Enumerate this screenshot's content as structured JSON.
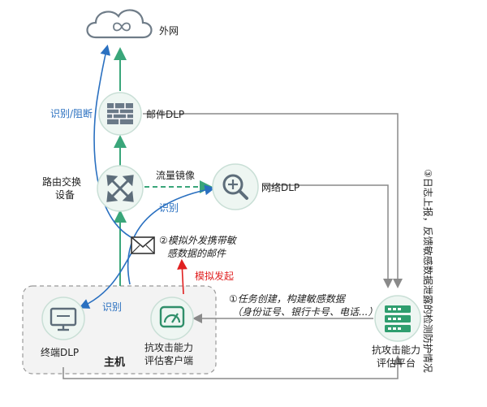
{
  "nodes": {
    "internet": "外网",
    "mail_dlp": "邮件DLP",
    "router_line1": "路由交换",
    "router_line2": "设备",
    "network_dlp": "网络DLP",
    "endpoint_dlp": "终端DLP",
    "client_line1": "抗攻击能力",
    "client_line2": "评估客户端",
    "platform_line1": "抗攻击能力",
    "platform_line2": "评估平台",
    "host": "主机"
  },
  "edges": {
    "identify_block": "识别/阻断",
    "traffic_mirror": "流量镜像",
    "identify_network": "识别",
    "identify_endpoint": "识别",
    "simulate_launch": "模拟发起",
    "email_line1": "②模拟外发携带敏",
    "email_line2": "感数据的邮件",
    "task_line1": "①任务创建，构建敏感数据",
    "task_line2": "（身份证号、银行卡号、电话...）",
    "log_report": "③日志上报，反馈敏感数据泄露的检测防护情况"
  },
  "colors": {
    "green": "#3aa67a",
    "blue": "#2a70c0",
    "gray": "#8a8a8a",
    "red": "#e02020",
    "node_bg": "#eef6f2"
  },
  "icons": [
    "cloud-icon",
    "firewall-icon",
    "router-icon",
    "magnifier-icon",
    "monitor-icon",
    "gauge-icon",
    "server-icon",
    "envelope-icon"
  ]
}
